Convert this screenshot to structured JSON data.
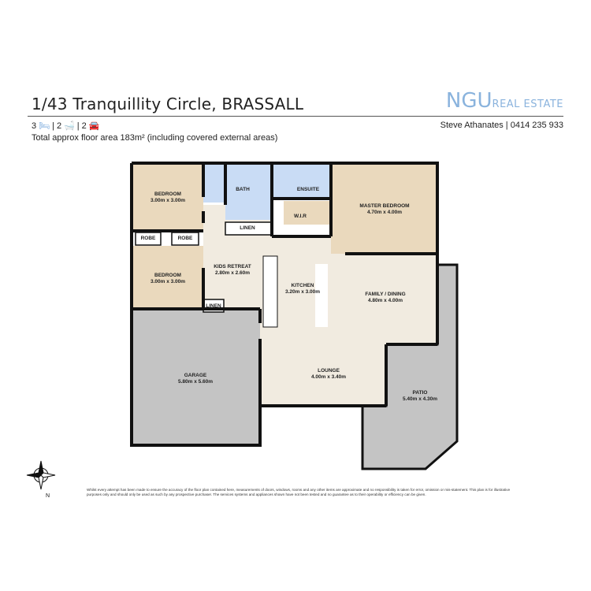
{
  "header": {
    "title": "1/43 Tranquillity Circle, BRASSALL",
    "bedrooms": "3",
    "bathrooms": "2",
    "parking": "2",
    "bed_icon": "bed-icon",
    "bath_icon": "bath-icon",
    "car_icon": "car-icon",
    "floor_area": "Total approx floor area 183m² (including covered external areas)"
  },
  "brand": {
    "name": "NGU",
    "suffix": "REAL ESTATE",
    "color": "#8ab3dd",
    "agent": "Steve Athanates | 0414 235 933"
  },
  "rooms": {
    "bedroom1": {
      "name": "BEDROOM",
      "size": "3.00m  x 3.00m"
    },
    "bedroom2": {
      "name": "BEDROOM",
      "size": "3.00m  x 3.00m"
    },
    "robe1": "ROBE",
    "robe2": "ROBE",
    "bath": "BATH",
    "ensuite": "ENSUITE",
    "wir": "W.I.R",
    "linen1": "LINEN",
    "linen2": "LINEN",
    "master": {
      "name": "MASTER BEDROOM",
      "size": "4.70m  x 4.00m"
    },
    "kids": {
      "name": "KIDS RETREAT",
      "size": "2.80m  x 2.60m"
    },
    "kitchen": {
      "name": "KITCHEN",
      "size": "3.20m  x 3.00m"
    },
    "family": {
      "name": "FAMILY / DINING",
      "size": "4.80m  x 4.00m"
    },
    "garage": {
      "name": "GARAGE",
      "size": "5.80m  x 5.60m"
    },
    "lounge": {
      "name": "LOUNGE",
      "size": "4.00m  x 3.40m"
    },
    "patio": {
      "name": "PATIO",
      "size": "5.40m  x 4.30m"
    }
  },
  "colors": {
    "bedroom": "#ead9bd",
    "wet": "#c9dcf5",
    "living": "#f1ebe0",
    "garage": "#c4c4c4",
    "wall": "#111111"
  },
  "compass_icon": "compass-icon",
  "disclaimer": "Whilst every attempt has been made to ensure the accuracy of the floor plan contained here, measurements of doors, windows, rooms and any other items are approximate and no responsibility is taken for error, omission or mis-statement. This plan is for illustrative purposes only and should only be used as such by any prospective purchaser. The services systems and appliances shown have not been tested and no guarantee as to their operability or efficiency can be given."
}
